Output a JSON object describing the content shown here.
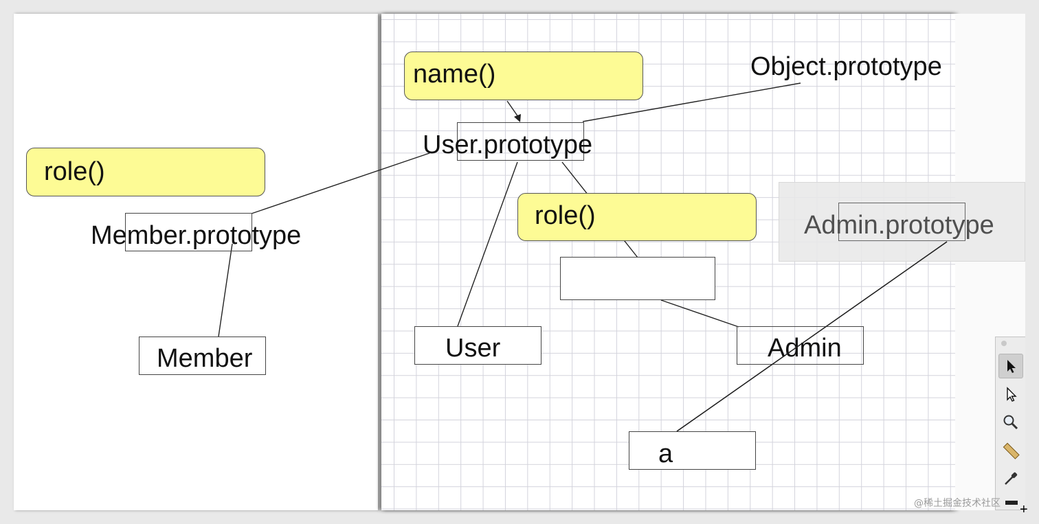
{
  "left": {
    "role_method": "role()",
    "member_prototype": "Member.prototype",
    "member": "Member"
  },
  "right": {
    "name_method": "name()",
    "object_prototype": "Object.prototype",
    "user_prototype": "User.prototype",
    "role_method": "role()",
    "admin_prototype": "Admin.prototype",
    "user": "User",
    "admin": "Admin",
    "instance_a": "a"
  },
  "toolbar": {
    "tools": [
      "select-arrow-icon",
      "direct-select-icon",
      "zoom-icon",
      "ruler-icon",
      "eyedropper-icon"
    ]
  },
  "colors": {
    "method_fill": "#fdfb95",
    "grid_line": "#d3d3dc"
  },
  "watermark": "@稀土掘金技术社区"
}
